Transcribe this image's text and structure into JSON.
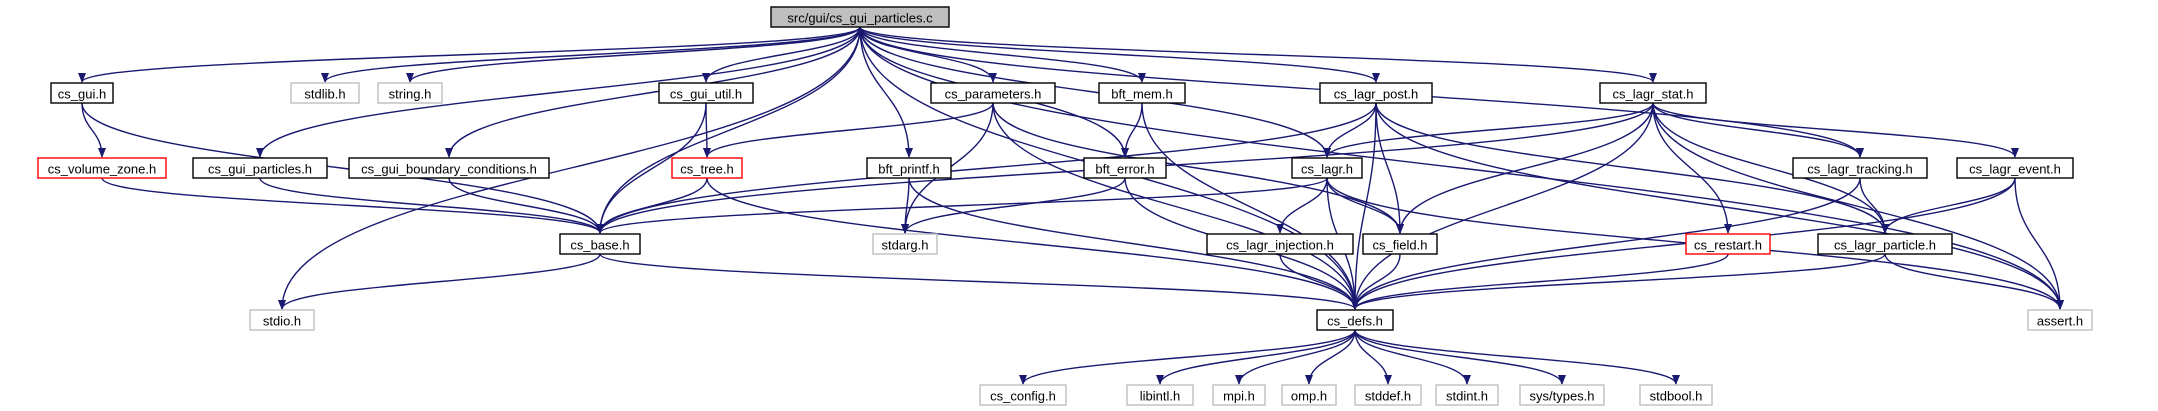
{
  "graph": {
    "edge_color": "#191970",
    "nodes": [
      {
        "id": "root",
        "label": "src/gui/cs_gui_particles.c",
        "style": "root"
      },
      {
        "id": "cs_gui_h",
        "label": "cs_gui.h",
        "style": "normal"
      },
      {
        "id": "stdlib_h",
        "label": "stdlib.h",
        "style": "system"
      },
      {
        "id": "string_h",
        "label": "string.h",
        "style": "system"
      },
      {
        "id": "cs_gui_util_h",
        "label": "cs_gui_util.h",
        "style": "normal"
      },
      {
        "id": "cs_parameters_h",
        "label": "cs_parameters.h",
        "style": "normal"
      },
      {
        "id": "bft_mem_h",
        "label": "bft_mem.h",
        "style": "normal"
      },
      {
        "id": "cs_lagr_post_h",
        "label": "cs_lagr_post.h",
        "style": "normal"
      },
      {
        "id": "cs_lagr_stat_h",
        "label": "cs_lagr_stat.h",
        "style": "normal"
      },
      {
        "id": "cs_volume_zone_h",
        "label": "cs_volume_zone.h",
        "style": "truncated"
      },
      {
        "id": "cs_gui_particles_h",
        "label": "cs_gui_particles.h",
        "style": "normal"
      },
      {
        "id": "cs_gui_boundary_conditions_h",
        "label": "cs_gui_boundary_conditions.h",
        "style": "normal"
      },
      {
        "id": "cs_tree_h",
        "label": "cs_tree.h",
        "style": "truncated"
      },
      {
        "id": "bft_printf_h",
        "label": "bft_printf.h",
        "style": "normal"
      },
      {
        "id": "bft_error_h",
        "label": "bft_error.h",
        "style": "normal"
      },
      {
        "id": "cs_lagr_h",
        "label": "cs_lagr.h",
        "style": "normal"
      },
      {
        "id": "cs_lagr_tracking_h",
        "label": "cs_lagr_tracking.h",
        "style": "normal"
      },
      {
        "id": "cs_lagr_event_h",
        "label": "cs_lagr_event.h",
        "style": "normal"
      },
      {
        "id": "cs_base_h",
        "label": "cs_base.h",
        "style": "normal"
      },
      {
        "id": "stdarg_h",
        "label": "stdarg.h",
        "style": "system"
      },
      {
        "id": "cs_lagr_injection_h",
        "label": "cs_lagr_injection.h",
        "style": "normal"
      },
      {
        "id": "cs_field_h",
        "label": "cs_field.h",
        "style": "normal"
      },
      {
        "id": "cs_restart_h",
        "label": "cs_restart.h",
        "style": "truncated"
      },
      {
        "id": "cs_lagr_particle_h",
        "label": "cs_lagr_particle.h",
        "style": "normal"
      },
      {
        "id": "stdio_h",
        "label": "stdio.h",
        "style": "system"
      },
      {
        "id": "cs_defs_h",
        "label": "cs_defs.h",
        "style": "normal"
      },
      {
        "id": "assert_h",
        "label": "assert.h",
        "style": "system"
      },
      {
        "id": "cs_config_h",
        "label": "cs_config.h",
        "style": "system"
      },
      {
        "id": "libintl_h",
        "label": "libintl.h",
        "style": "system"
      },
      {
        "id": "mpi_h",
        "label": "mpi.h",
        "style": "system"
      },
      {
        "id": "omp_h",
        "label": "omp.h",
        "style": "system"
      },
      {
        "id": "stddef_h",
        "label": "stddef.h",
        "style": "system"
      },
      {
        "id": "stdint_h",
        "label": "stdint.h",
        "style": "system"
      },
      {
        "id": "sys_types_h",
        "label": "sys/types.h",
        "style": "system"
      },
      {
        "id": "stdbool_h",
        "label": "stdbool.h",
        "style": "system"
      }
    ],
    "edges": [
      [
        "root",
        "cs_gui_h"
      ],
      [
        "root",
        "stdlib_h"
      ],
      [
        "root",
        "string_h"
      ],
      [
        "root",
        "cs_gui_util_h"
      ],
      [
        "root",
        "cs_parameters_h"
      ],
      [
        "root",
        "bft_mem_h"
      ],
      [
        "root",
        "cs_lagr_post_h"
      ],
      [
        "root",
        "cs_lagr_stat_h"
      ],
      [
        "root",
        "stdio_h"
      ],
      [
        "root",
        "assert_h"
      ],
      [
        "root",
        "cs_gui_particles_h"
      ],
      [
        "root",
        "cs_gui_boundary_conditions_h"
      ],
      [
        "root",
        "cs_base_h"
      ],
      [
        "root",
        "bft_printf_h"
      ],
      [
        "root",
        "bft_error_h"
      ],
      [
        "root",
        "cs_lagr_h"
      ],
      [
        "root",
        "cs_lagr_tracking_h"
      ],
      [
        "root",
        "cs_defs_h"
      ],
      [
        "cs_gui_h",
        "cs_volume_zone_h"
      ],
      [
        "cs_gui_h",
        "cs_base_h"
      ],
      [
        "cs_volume_zone_h",
        "cs_base_h"
      ],
      [
        "cs_gui_particles_h",
        "cs_base_h"
      ],
      [
        "cs_gui_boundary_conditions_h",
        "cs_base_h"
      ],
      [
        "cs_gui_util_h",
        "cs_tree_h"
      ],
      [
        "cs_gui_util_h",
        "cs_base_h"
      ],
      [
        "cs_tree_h",
        "cs_base_h"
      ],
      [
        "cs_tree_h",
        "cs_defs_h"
      ],
      [
        "cs_parameters_h",
        "cs_tree_h"
      ],
      [
        "cs_parameters_h",
        "stdarg_h"
      ],
      [
        "cs_parameters_h",
        "cs_defs_h"
      ],
      [
        "cs_parameters_h",
        "cs_field_h"
      ],
      [
        "bft_mem_h",
        "bft_error_h"
      ],
      [
        "bft_mem_h",
        "cs_defs_h"
      ],
      [
        "bft_printf_h",
        "stdarg_h"
      ],
      [
        "bft_printf_h",
        "cs_defs_h"
      ],
      [
        "bft_error_h",
        "stdarg_h"
      ],
      [
        "bft_error_h",
        "cs_defs_h"
      ],
      [
        "cs_lagr_post_h",
        "cs_base_h"
      ],
      [
        "cs_lagr_post_h",
        "cs_lagr_h"
      ],
      [
        "cs_lagr_post_h",
        "cs_field_h"
      ],
      [
        "cs_lagr_post_h",
        "cs_defs_h"
      ],
      [
        "cs_lagr_post_h",
        "cs_lagr_particle_h"
      ],
      [
        "cs_lagr_post_h",
        "assert_h"
      ],
      [
        "cs_lagr_stat_h",
        "cs_base_h"
      ],
      [
        "cs_lagr_stat_h",
        "cs_lagr_h"
      ],
      [
        "cs_lagr_stat_h",
        "cs_field_h"
      ],
      [
        "cs_lagr_stat_h",
        "cs_restart_h"
      ],
      [
        "cs_lagr_stat_h",
        "cs_defs_h"
      ],
      [
        "cs_lagr_stat_h",
        "cs_lagr_particle_h"
      ],
      [
        "cs_lagr_stat_h",
        "cs_lagr_tracking_h"
      ],
      [
        "cs_lagr_stat_h",
        "cs_lagr_event_h"
      ],
      [
        "cs_lagr_stat_h",
        "assert_h"
      ],
      [
        "cs_lagr_h",
        "cs_base_h"
      ],
      [
        "cs_lagr_h",
        "cs_lagr_injection_h"
      ],
      [
        "cs_lagr_h",
        "cs_field_h"
      ],
      [
        "cs_lagr_h",
        "cs_defs_h"
      ],
      [
        "cs_lagr_h",
        "assert_h"
      ],
      [
        "cs_lagr_tracking_h",
        "cs_lagr_particle_h"
      ],
      [
        "cs_lagr_tracking_h",
        "cs_defs_h"
      ],
      [
        "cs_lagr_event_h",
        "cs_lagr_particle_h"
      ],
      [
        "cs_lagr_event_h",
        "cs_defs_h"
      ],
      [
        "cs_lagr_event_h",
        "assert_h"
      ],
      [
        "cs_lagr_injection_h",
        "cs_defs_h"
      ],
      [
        "cs_field_h",
        "cs_defs_h"
      ],
      [
        "cs_restart_h",
        "cs_defs_h"
      ],
      [
        "cs_lagr_particle_h",
        "cs_defs_h"
      ],
      [
        "cs_lagr_particle_h",
        "assert_h"
      ],
      [
        "cs_base_h",
        "stdio_h"
      ],
      [
        "cs_base_h",
        "cs_defs_h"
      ],
      [
        "cs_defs_h",
        "cs_config_h"
      ],
      [
        "cs_defs_h",
        "libintl_h"
      ],
      [
        "cs_defs_h",
        "mpi_h"
      ],
      [
        "cs_defs_h",
        "omp_h"
      ],
      [
        "cs_defs_h",
        "stddef_h"
      ],
      [
        "cs_defs_h",
        "stdint_h"
      ],
      [
        "cs_defs_h",
        "sys_types_h"
      ],
      [
        "cs_defs_h",
        "stdbool_h"
      ]
    ]
  }
}
